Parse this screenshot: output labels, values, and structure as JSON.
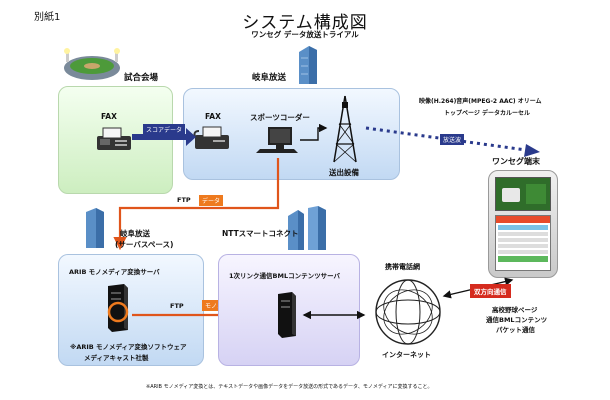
{
  "header": {
    "corner_label": "別紙1",
    "title": "システム構成図",
    "subtitle": "ワンセグ データ放送トライアル"
  },
  "venue": {
    "label": "試合会場",
    "fax_label": "FAX"
  },
  "gifu_top": {
    "label": "岐阜放送",
    "fax_label": "FAX",
    "coder_label": "スポーツコーダー",
    "transmitter_label": "送出設備"
  },
  "edges": {
    "score_data": "スコアデータ",
    "broadcast_wave": "放送波",
    "ftp_top": "FTP",
    "data_tag": "データ",
    "ftp_bottom": "FTP",
    "mono_media_tag": "モノメディア",
    "two_way": "双方向通信"
  },
  "broadcast_desc": {
    "line1": "映像(H.264)音声(MPEG-2 AAC) オリーム",
    "line2": "トップページ データカルーセル"
  },
  "oneseg_terminal": {
    "label": "ワンセグ端末"
  },
  "gifu_space": {
    "label_line1": "岐阜放送",
    "label_line2": "(サーバスペース)",
    "server_label": "ARIB モノメディア変換サーバ",
    "note_line1": "※ARIB モノメディア変換ソフトウェア",
    "note_line2": "メディアキャスト社製"
  },
  "ntt": {
    "label": "NTTスマートコネクト",
    "server_label": "1次リンク通信BMLコンテンツサーバ"
  },
  "network": {
    "mobile_label": "携帯電話網",
    "internet_label": "インターネット"
  },
  "comm_desc": {
    "line1": "高校野球ページ",
    "line2": "通信BMLコンテンツ",
    "line3": "パケット通信"
  },
  "footnote": "※ARIB モノメディア変換とは、テキストデータや画像データをデータ放送の形式であるデータ、モノメディアに変換すること。",
  "colors": {
    "score_arrow": "#2a3a8c",
    "broadcast_dots": "#2a3a8c",
    "ftp_line": "#e0551b",
    "red_tag": "#d52b1e"
  }
}
